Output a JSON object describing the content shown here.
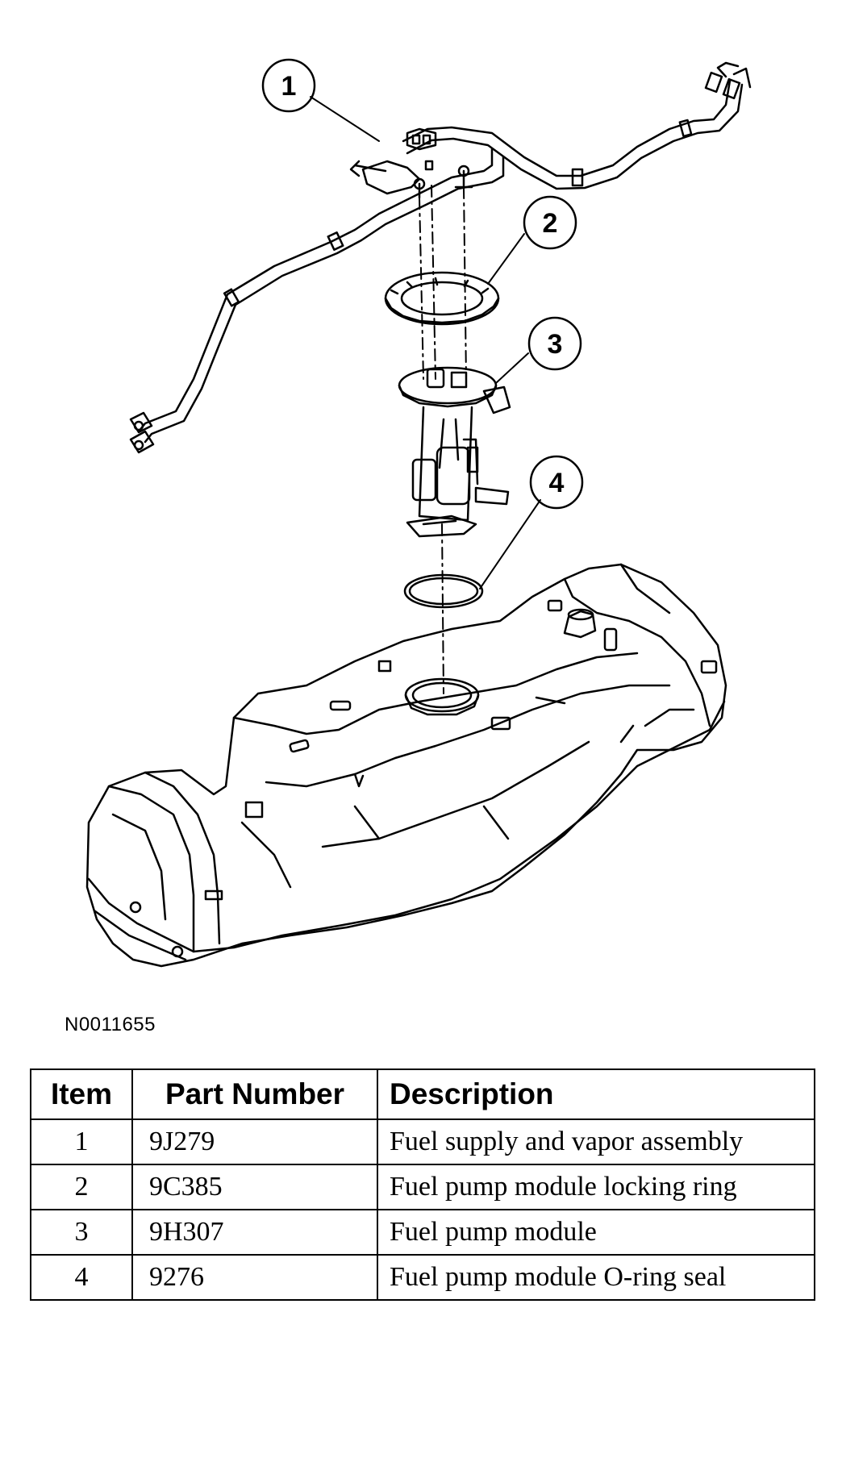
{
  "figure": {
    "callouts": [
      "1",
      "2",
      "3",
      "4"
    ],
    "figure_id": "N0011655"
  },
  "table": {
    "headers": {
      "item": "Item",
      "part_number": "Part Number",
      "description": "Description"
    },
    "rows": [
      {
        "item": "1",
        "part_number": "9J279",
        "description": "Fuel supply and vapor assembly"
      },
      {
        "item": "2",
        "part_number": "9C385",
        "description": "Fuel pump module locking ring"
      },
      {
        "item": "3",
        "part_number": "9H307",
        "description": "Fuel pump module"
      },
      {
        "item": "4",
        "part_number": "9276",
        "description": "Fuel pump module O-ring seal"
      }
    ]
  }
}
